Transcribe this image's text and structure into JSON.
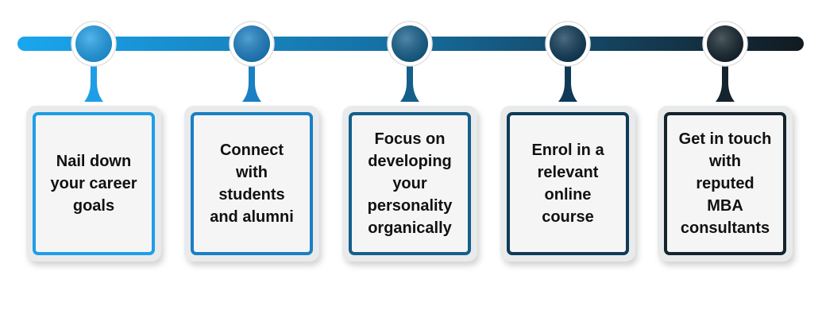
{
  "steps": [
    {
      "text": "Nail down\nyour career\ngoals",
      "color": "#1e9ee6"
    },
    {
      "text": "Connect\nwith\nstudents\nand alumni",
      "color": "#1a7fc3"
    },
    {
      "text": "Focus on\ndeveloping\nyour\npersonality\norganically",
      "color": "#145f8b"
    },
    {
      "text": "Enrol in a\nrelevant\nonline\ncourse",
      "color": "#0f3a57"
    },
    {
      "text": "Get in touch\nwith\nreputed\nMBA\nconsultants",
      "color": "#14232c"
    }
  ],
  "timeline": {
    "start_color": "#1aa6ef",
    "end_color": "#121a20"
  }
}
